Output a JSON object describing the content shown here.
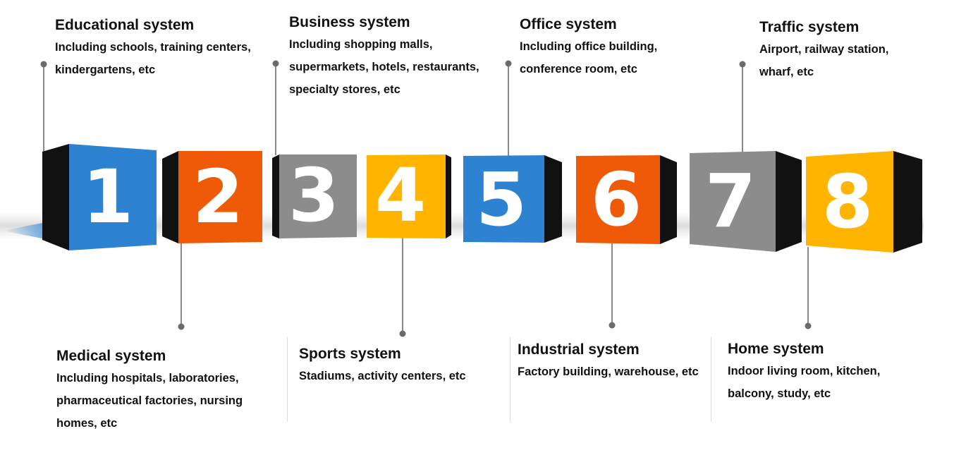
{
  "colors": {
    "blue": "#2d82d2",
    "orange": "#ee5a07",
    "gray": "#8c8c8c",
    "yellow": "#ffb500",
    "dark": "#111111",
    "connector": "#8a8a8a"
  },
  "steps": [
    {
      "number": "1",
      "color": "blue",
      "title": "Educational system",
      "desc": "Including schools, training centers, kindergartens, etc"
    },
    {
      "number": "2",
      "color": "orange",
      "title": "Medical system",
      "desc": "Including hospitals, laboratories, pharmaceutical factories, nursing homes, etc"
    },
    {
      "number": "3",
      "color": "gray",
      "title": "Business system",
      "desc": "Including shopping malls, supermarkets, hotels, restaurants, specialty stores, etc"
    },
    {
      "number": "4",
      "color": "yellow",
      "title": "Sports system",
      "desc": "Stadiums, activity centers, etc"
    },
    {
      "number": "5",
      "color": "blue",
      "title": "Office system",
      "desc": "Including office building, conference room, etc"
    },
    {
      "number": "6",
      "color": "orange",
      "title": "Industrial system",
      "desc": "Factory building, warehouse, etc"
    },
    {
      "number": "7",
      "color": "gray",
      "title": "Traffic system",
      "desc": "Airport, railway station, wharf, etc"
    },
    {
      "number": "8",
      "color": "yellow",
      "title": "Home system",
      "desc": "Indoor living room, kitchen, balcony, study, etc"
    }
  ]
}
